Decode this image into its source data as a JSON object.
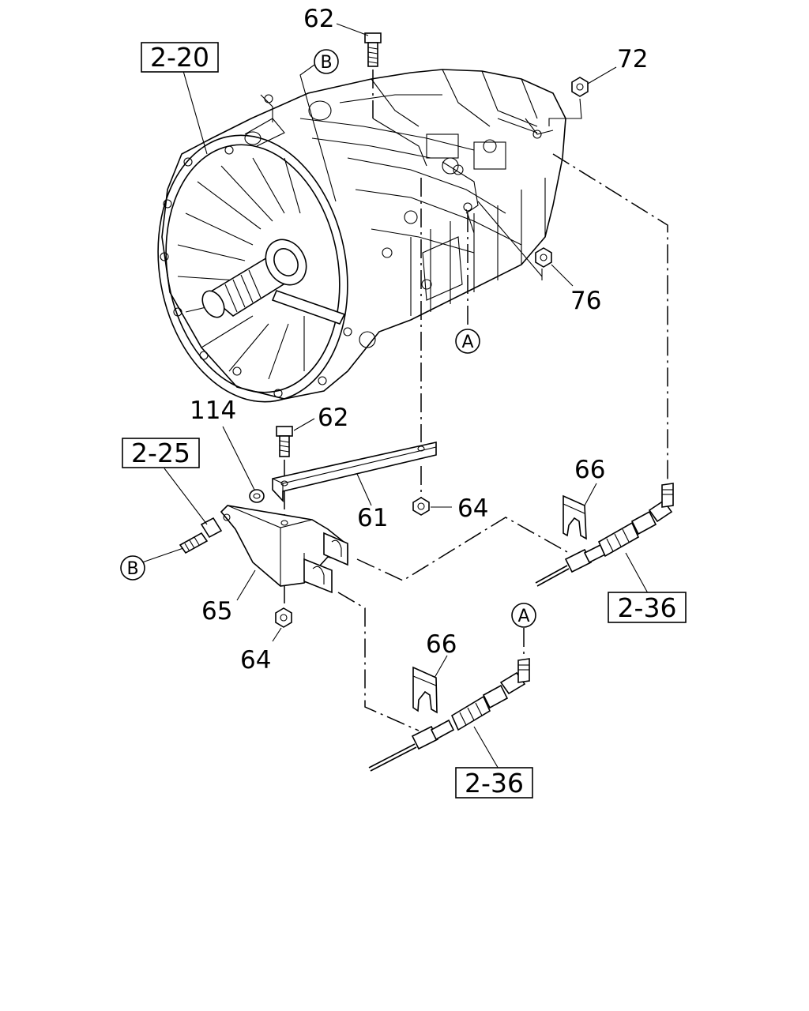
{
  "labels": {
    "p62_top": "62",
    "p72": "72",
    "p76": "76",
    "p114": "114",
    "p62_mid": "62",
    "p64_right": "64",
    "p61": "61",
    "p66_upper": "66",
    "p65": "65",
    "p64_bottom": "64",
    "p66_lower": "66"
  },
  "refs": {
    "r2_20": "2-20",
    "r2_25": "2-25",
    "r2_36_upper": "2-36",
    "r2_36_lower": "2-36"
  },
  "callouts": {
    "b_top": "B",
    "a_mid": "A",
    "b_left": "B",
    "a_bottom": "A"
  }
}
